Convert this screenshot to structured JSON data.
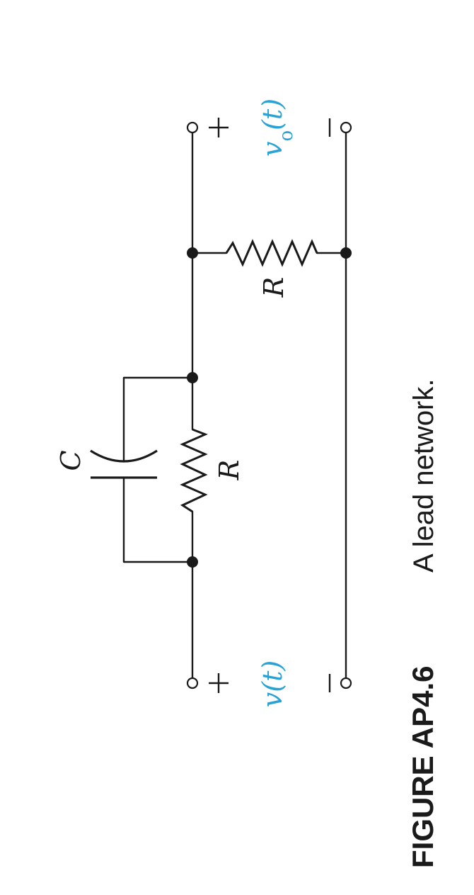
{
  "figure": {
    "number": "FIGURE AP4.6",
    "caption": "A lead network."
  },
  "components": {
    "capacitor_label": "C",
    "series_resistor_label": "R",
    "shunt_resistor_label": "R"
  },
  "ports": {
    "input_label": "v(t)",
    "output_label": "vo(t)",
    "plus": "+",
    "minus": "−"
  },
  "colors": {
    "signal_label": "#29a3d6",
    "ink": "#1a1a1a"
  }
}
